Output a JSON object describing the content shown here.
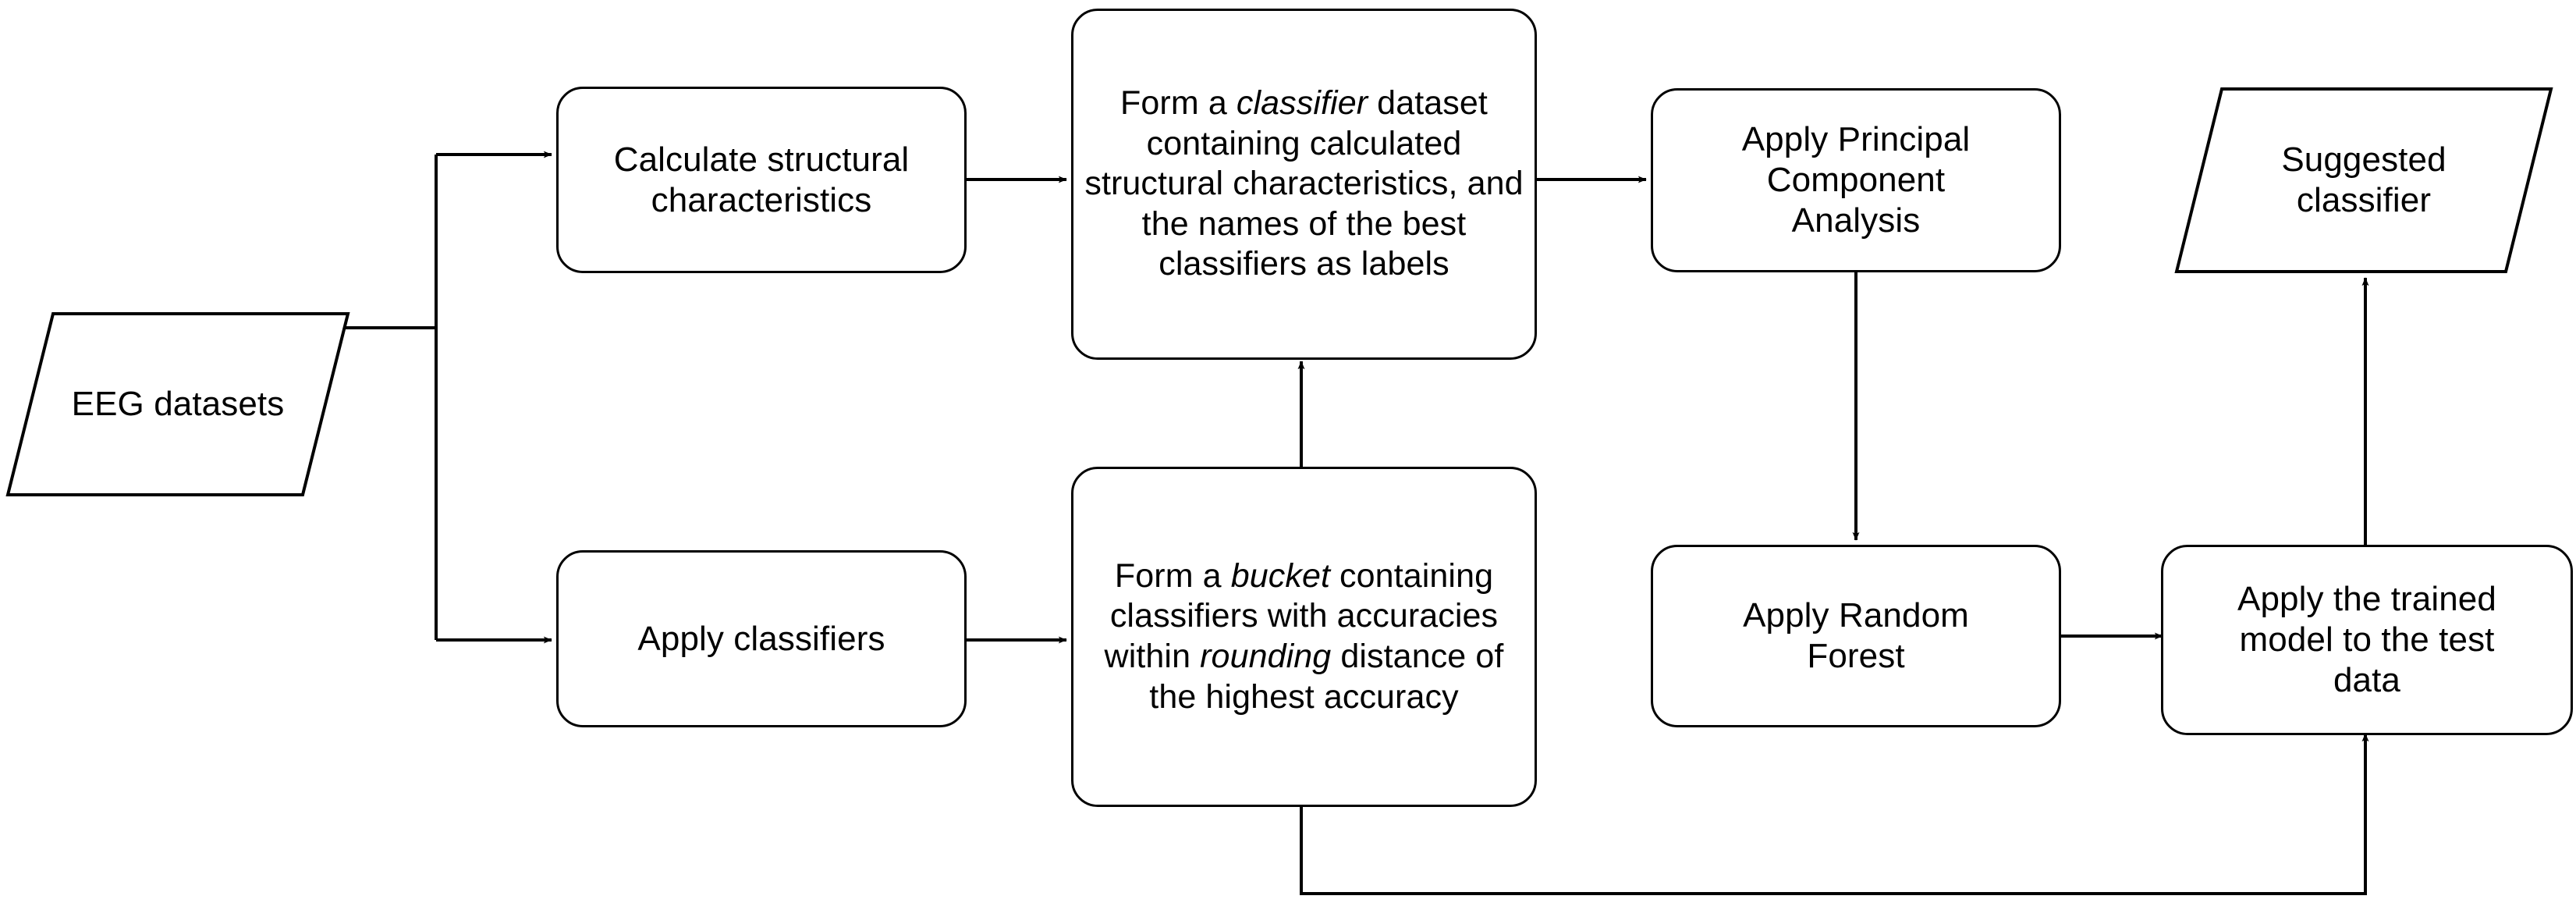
{
  "diagram": {
    "title": "EEG classifier recommendation pipeline flowchart",
    "stroke_color": "#000000",
    "fill_color": "#ffffff",
    "nodes": [
      {
        "id": "eeg-datasets",
        "shape": "parallelogram",
        "label": "EEG datasets"
      },
      {
        "id": "calculate-structural-characteristics",
        "shape": "rounded-rect",
        "label": "Calculate structural\ncharacteristics"
      },
      {
        "id": "apply-classifiers",
        "shape": "rounded-rect",
        "label": "Apply classifiers"
      },
      {
        "id": "form-classifier-dataset",
        "shape": "rounded-rect",
        "label_parts": [
          {
            "text": "Form a ",
            "italic": false
          },
          {
            "text": "classifier",
            "italic": true
          },
          {
            "text": " dataset containing calculated structural characteristics, and the names of the best classifiers as labels",
            "italic": false
          }
        ],
        "label": "Form a classifier dataset containing calculated structural characteristics, and the names of the best classifiers as labels"
      },
      {
        "id": "form-bucket",
        "shape": "rounded-rect",
        "label_parts": [
          {
            "text": "Form a ",
            "italic": false
          },
          {
            "text": "bucket",
            "italic": true
          },
          {
            "text": " containing classifiers with accuracies within ",
            "italic": false
          },
          {
            "text": "rounding",
            "italic": true
          },
          {
            "text": " distance of the highest accuracy",
            "italic": false
          }
        ],
        "label": "Form a bucket containing classifiers with accuracies within rounding distance of the highest accuracy"
      },
      {
        "id": "apply-pca",
        "shape": "rounded-rect",
        "label": "Apply Principal\nComponent\nAnalysis"
      },
      {
        "id": "apply-random-forest",
        "shape": "rounded-rect",
        "label": "Apply Random\nForest"
      },
      {
        "id": "apply-trained-model",
        "shape": "rounded-rect",
        "label": "Apply the trained\nmodel to the test\ndata"
      },
      {
        "id": "suggested-classifier",
        "shape": "parallelogram",
        "label": "Suggested\nclassifier"
      }
    ],
    "edges": [
      {
        "from": "eeg-datasets",
        "to": "calculate-structural-characteristics",
        "style": "orthogonal",
        "arrow": true
      },
      {
        "from": "eeg-datasets",
        "to": "apply-classifiers",
        "style": "orthogonal",
        "arrow": true
      },
      {
        "from": "calculate-structural-characteristics",
        "to": "form-classifier-dataset",
        "style": "straight",
        "arrow": true
      },
      {
        "from": "apply-classifiers",
        "to": "form-bucket",
        "style": "straight",
        "arrow": true
      },
      {
        "from": "form-bucket",
        "to": "form-classifier-dataset",
        "style": "straight-up",
        "arrow": true
      },
      {
        "from": "form-classifier-dataset",
        "to": "apply-pca",
        "style": "straight",
        "arrow": true
      },
      {
        "from": "apply-pca",
        "to": "apply-random-forest",
        "style": "straight-down",
        "arrow": true
      },
      {
        "from": "apply-random-forest",
        "to": "apply-trained-model",
        "style": "straight",
        "arrow": true
      },
      {
        "from": "apply-trained-model",
        "to": "suggested-classifier",
        "style": "straight-up",
        "arrow": true
      },
      {
        "from": "form-bucket",
        "to": "apply-trained-model",
        "style": "orthogonal-feedback",
        "arrow": true
      }
    ]
  }
}
